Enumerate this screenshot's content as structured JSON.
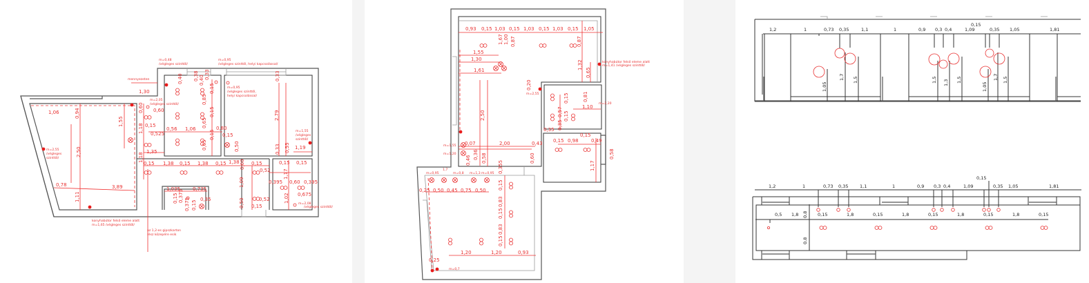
{
  "colors": {
    "background": "#f4f4f4",
    "sheet": "#ffffff",
    "dimension": "#e83030",
    "wall": "#555555"
  },
  "panel1": {
    "labels": [
      "1,30",
      "0,60",
      "0,40",
      "0,38",
      "0,40",
      "0,33",
      "0,33",
      "0,15",
      "0,85",
      "0,15",
      "0,65",
      "0,15",
      "0,65",
      "0,94",
      "1,06",
      "1,55",
      "0,60",
      "1,18",
      "0,15",
      "0,525",
      "0,56",
      "1,06",
      "0,80",
      "0,15",
      "2,50",
      "1,35",
      "1,18",
      "2,79",
      "1,19",
      "0,50",
      "0,33",
      "0,55",
      "0,15",
      "1,38",
      "0,15",
      "1,38",
      "0,15",
      "1,38",
      "0,60",
      "0,15",
      "0,52",
      "0,15",
      "0,15",
      "1,17",
      "0,395",
      "0,60",
      "0,395",
      "0,78",
      "3,89",
      "1,11",
      "1,09",
      "1,035",
      "0,735",
      "0,15",
      "0,375",
      "0,375",
      "0,35",
      "0,15",
      "0,52",
      "0,50",
      "0,15",
      "1,02",
      "0,675"
    ],
    "notes": [
      "m=0,48",
      "/végleges szinttől/",
      "m=0,95",
      "/végleges szinttől, helyi kapcsolással/",
      "mennyezeten",
      "m=2,05",
      "/végleges szinttől/",
      "m=0,95",
      "/végleges szinttől,",
      "helyi kapcsolással/",
      "m=2,55",
      "/végleges",
      "szinttől/",
      "m=1,55",
      "/végleges",
      "szinttől/",
      "m=2,08",
      "/végleges szinttől/",
      "konyhabútor felső eleme alatt",
      "m=1,65 /végleges szinttől/",
      "az 1,2-es gipszkarton",
      "rész közepére esik"
    ]
  },
  "panel2": {
    "labels": [
      "0,93",
      "0,15",
      "1,03",
      "0,15",
      "1,03",
      "0,15",
      "1,03",
      "0,15",
      "1,05",
      "1,67",
      "1,00",
      "0,87",
      "0,87",
      "1,55",
      "1,30",
      "1,61",
      "1,32",
      "0,65",
      "0,20",
      "2,50",
      "0,15",
      "0,81",
      "1,10",
      "0,57",
      "0,15",
      "0,35",
      "0,35",
      "0,07",
      "2,00",
      "0,43",
      "0,46",
      "0,36",
      "0,58",
      "0,60",
      "0,15",
      "0,98",
      "0,15",
      "0,49",
      "0,58",
      "1,17",
      "0,355",
      "0,25",
      "0,50",
      "0,45",
      "0,75",
      "0,50",
      "0,15",
      "0,83",
      "0,15",
      "0,83",
      "0,15",
      "1,20",
      "1,20",
      "0,93",
      "0,25"
    ],
    "notes": [
      "konyhabútor felső eleme alatt",
      "m=1,41 /végleges szinttől/",
      "m=2,55",
      "m=2,20",
      "m=1,55",
      "m=1,20",
      "m=0,95",
      "1,7",
      "m=0,8",
      "m=1,3",
      "m=0,95",
      "m=0,7"
    ]
  },
  "panel3": {
    "elevation_labels": [
      "1,2",
      "1",
      "0,73",
      "0,35",
      "1,1",
      "1",
      "0,9",
      "0,3",
      "0,4",
      "1,09",
      "0,15",
      "0,35",
      "1,05",
      "1,81",
      "1,05",
      "1,7",
      "1,5",
      "1,5",
      "1,3",
      "1,5",
      "1,05",
      "1,7",
      "1,5"
    ],
    "plan_labels": [
      "1,2",
      "1",
      "0,73",
      "0,35",
      "1,1",
      "1",
      "0,9",
      "0,3",
      "0,4",
      "1,09",
      "0,15",
      "0,35",
      "1,05",
      "1,81",
      "0,5",
      "1,8",
      "0,15",
      "1,8",
      "0,15",
      "1,8",
      "0,15",
      "1,8",
      "0,15",
      "1,8",
      "0,15",
      "0,8",
      "0,8"
    ]
  }
}
